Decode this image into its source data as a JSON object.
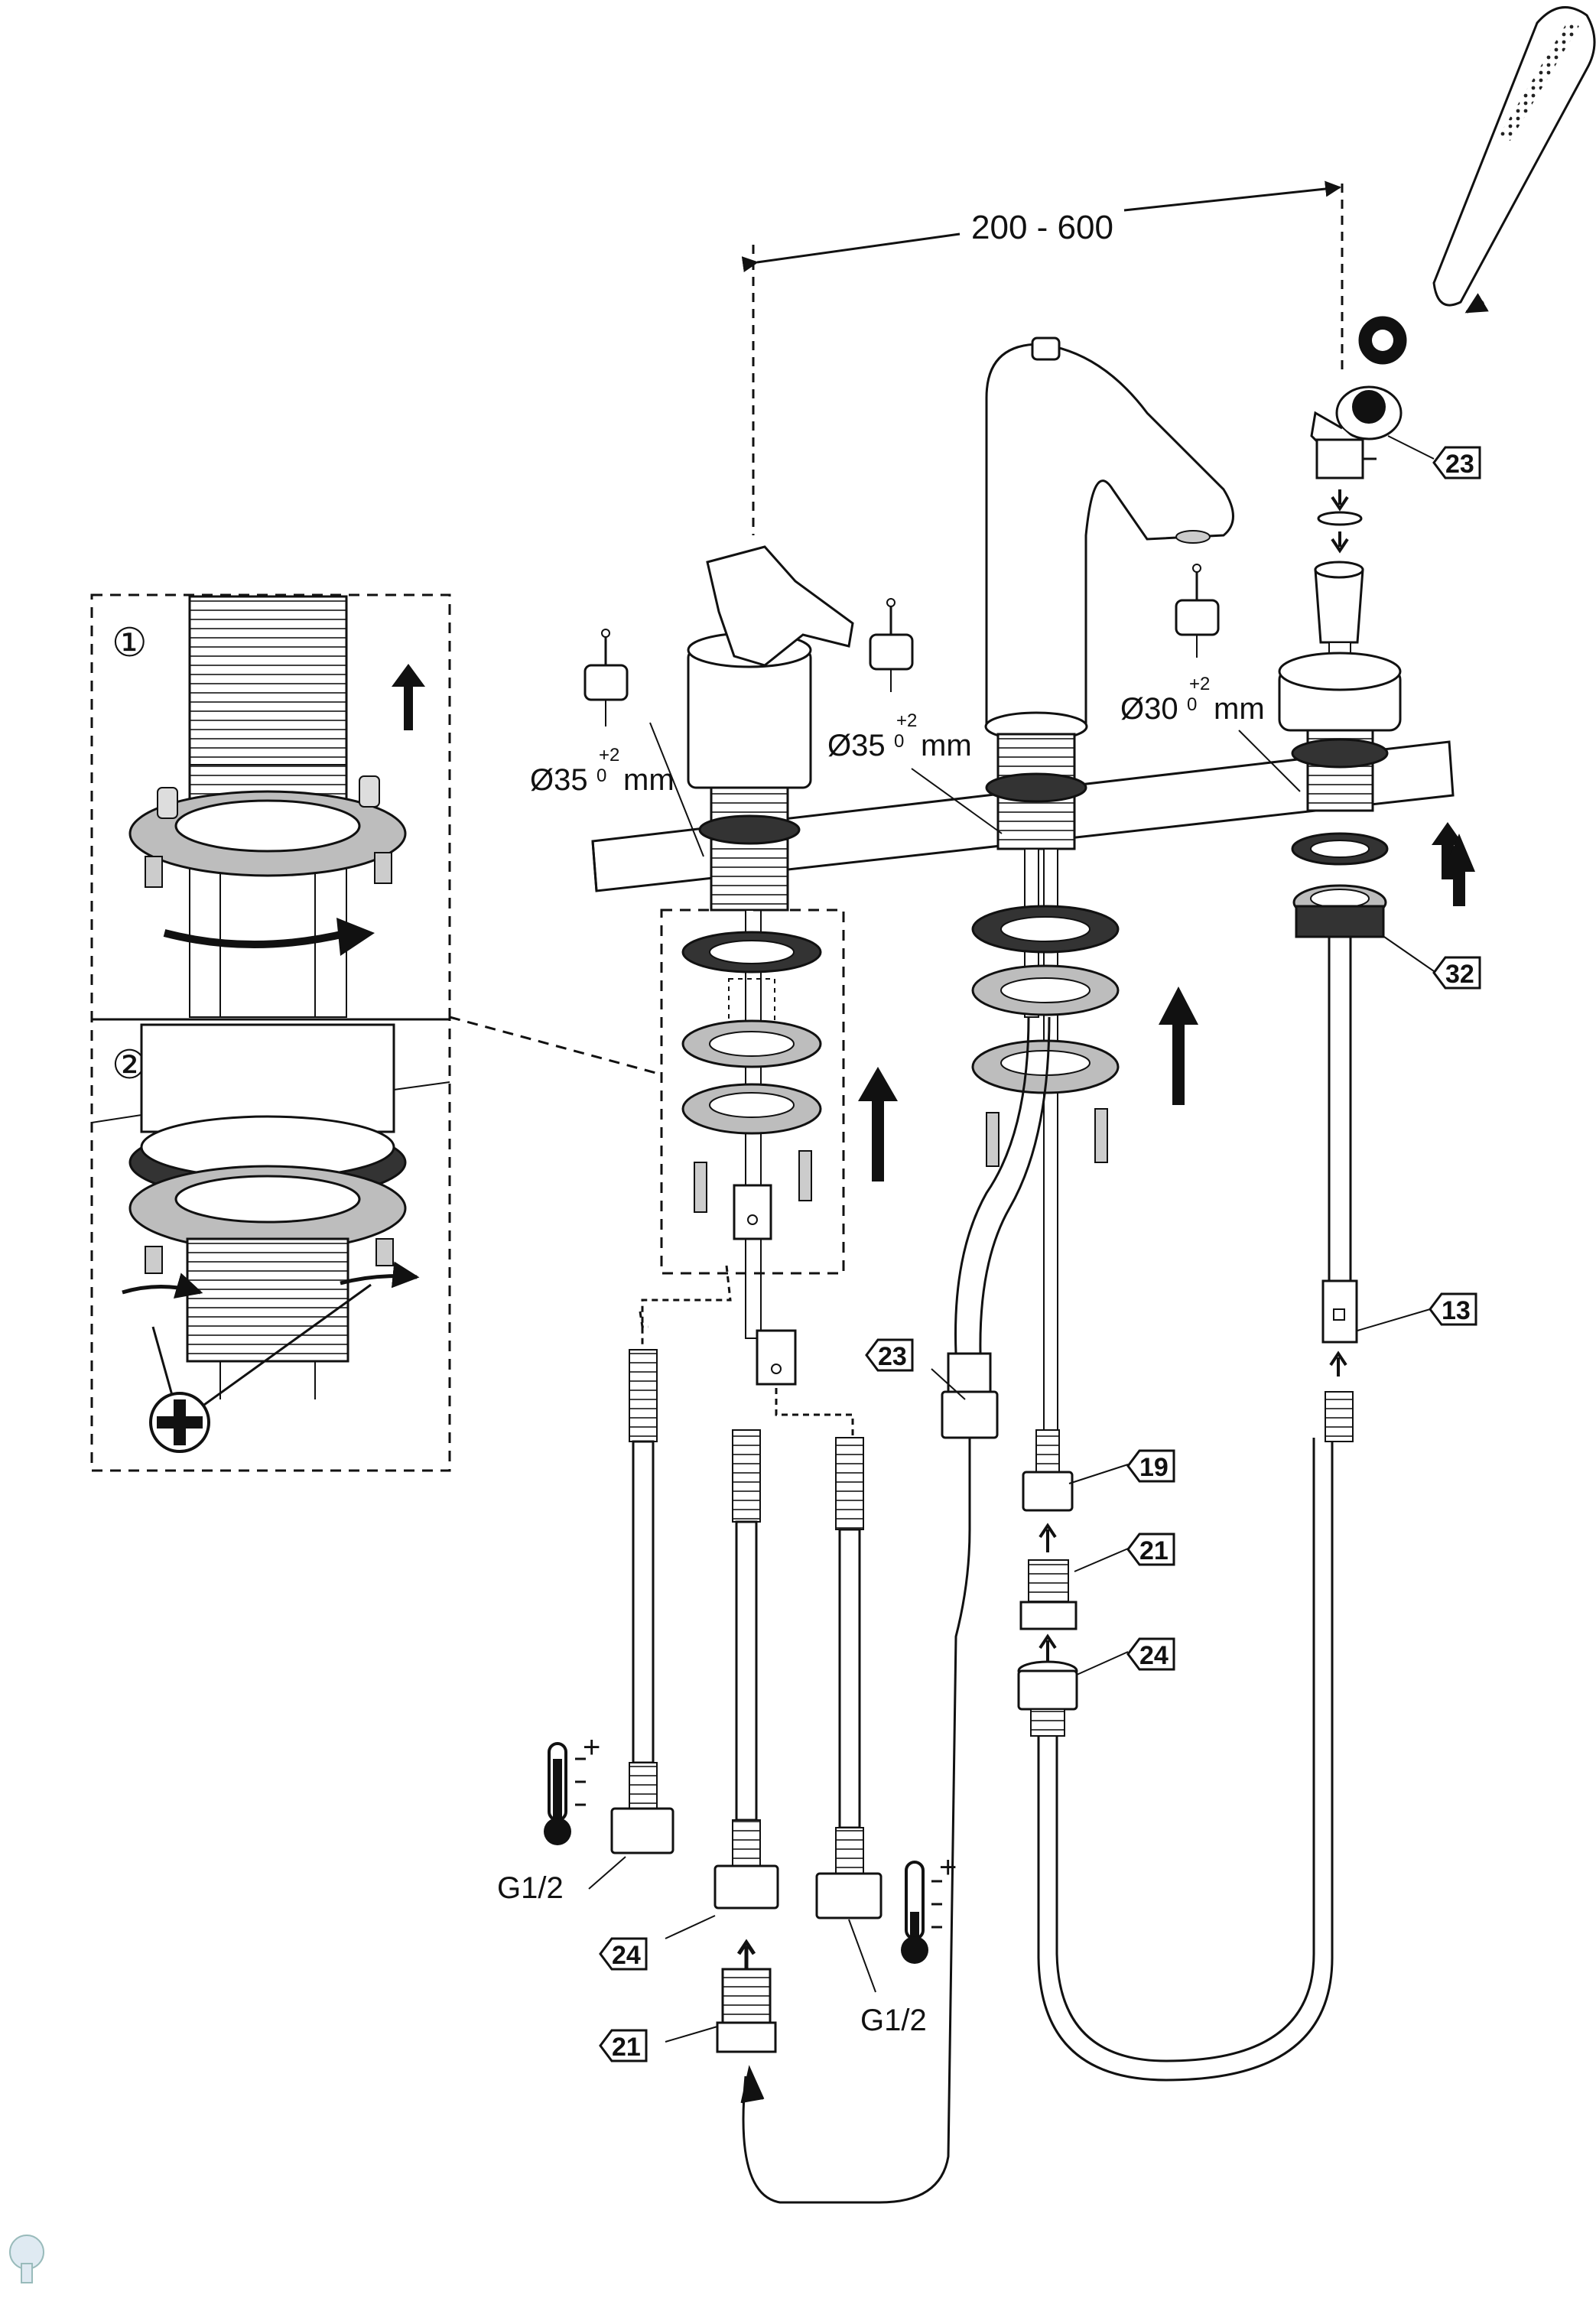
{
  "dimension": {
    "text": "200 - 600"
  },
  "diameters": [
    {
      "prefix": "Ø35",
      "sup": "+2",
      "sub": "0",
      "unit": "mm"
    },
    {
      "prefix": "Ø35",
      "sup": "+2",
      "sub": "0",
      "unit": "mm"
    },
    {
      "prefix": "Ø30",
      "sup": "+2",
      "sub": "0",
      "unit": "mm"
    }
  ],
  "steps": [
    "①",
    "②"
  ],
  "part_tags": {
    "t23_top": "23",
    "t32": "32",
    "t13": "13",
    "t23_mid": "23",
    "t19": "19",
    "t21_right": "21",
    "t24_right": "24",
    "t24_left": "24",
    "t21_left": "21"
  },
  "thread_labels": {
    "left": "G1/2",
    "right": "G1/2"
  },
  "icons": {
    "hot": "thermometer-hot-icon",
    "cold": "thermometer-cold-icon",
    "screwdriver": "phillips-screwdriver-icon"
  },
  "colors": {
    "ink": "#111111",
    "ring_fill": "#bdbdbd",
    "gasket": "#333333"
  }
}
